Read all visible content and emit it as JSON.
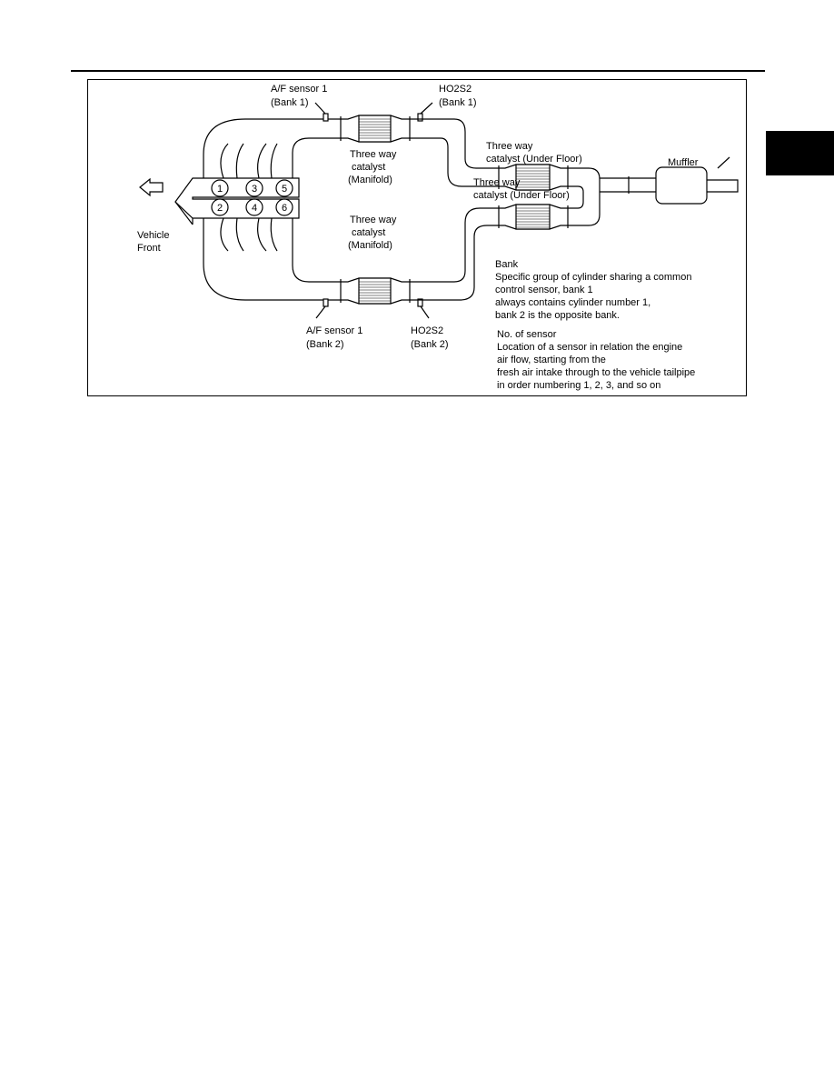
{
  "labels": {
    "af_sensor_bank1_line1": "A/F sensor 1",
    "af_sensor_bank1_line2": "(Bank 1)",
    "ho2s2_bank1_line1": "HO2S2",
    "ho2s2_bank1_line2": "(Bank 1)",
    "twc_manifold_bank1_line1": "Three way",
    "twc_manifold_bank1_line2": "catalyst",
    "twc_manifold_bank1_line3": "(Manifold)",
    "twc_underfloor_bank1_line1": "Three way",
    "twc_underfloor_bank1_line2": "catalyst (Under Floor)",
    "muffler": "Muffler",
    "twc_underfloor_bank2_line1": "Three way",
    "twc_underfloor_bank2_line2": "catalyst (Under Floor)",
    "vehicle_front_line1": "Vehicle",
    "vehicle_front_line2": "Front",
    "twc_manifold_bank2_line1": "Three way",
    "twc_manifold_bank2_line2": "catalyst",
    "twc_manifold_bank2_line3": "(Manifold)",
    "af_sensor_bank2_line1": "A/F sensor 1",
    "af_sensor_bank2_line2": "(Bank 2)",
    "ho2s2_bank2_line1": "HO2S2",
    "ho2s2_bank2_line2": "(Bank 2)"
  },
  "cylinders": [
    "1",
    "3",
    "5",
    "2",
    "4",
    "6"
  ],
  "bank_note": [
    "Bank",
    "Specific group of cylinder sharing a common",
    "control sensor, bank 1",
    "always contains cylinder number 1,",
    "bank 2 is the opposite bank."
  ],
  "sensor_note": [
    "No. of sensor",
    "Location of a sensor in relation the engine",
    "air flow, starting from the",
    "fresh air intake through to the vehicle tailpipe",
    "in order numbering 1, 2, 3, and so on"
  ]
}
